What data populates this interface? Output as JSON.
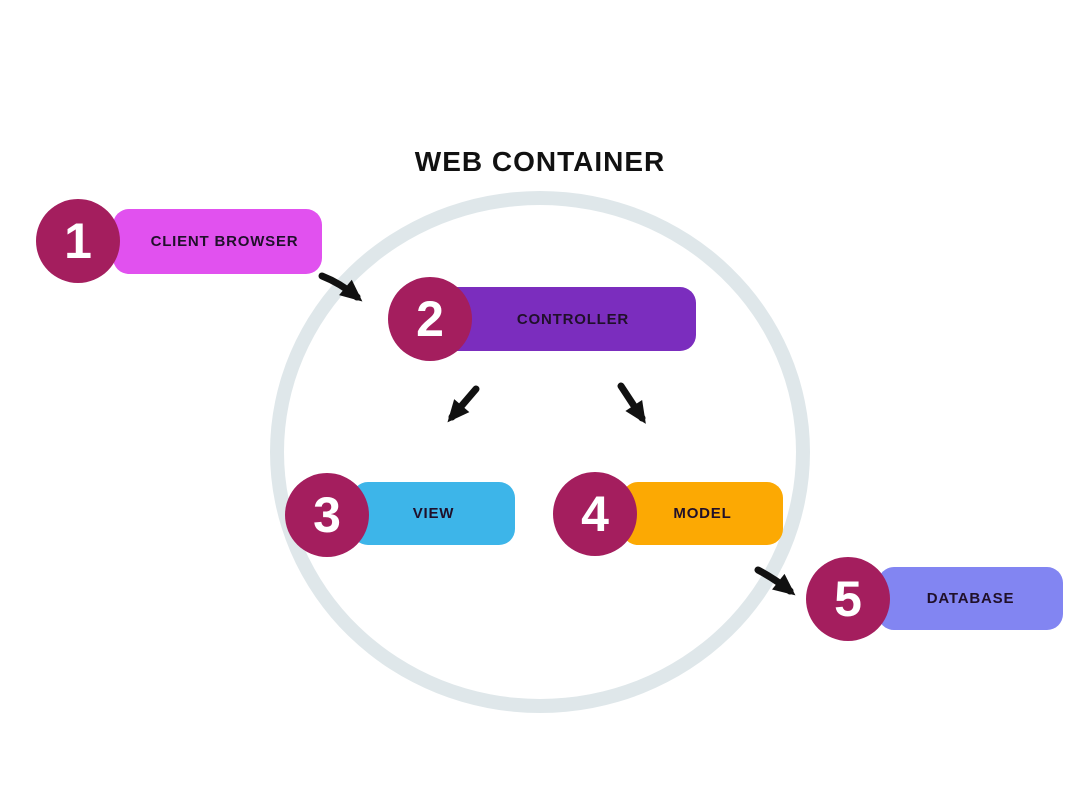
{
  "title": "WEB CONTAINER",
  "colors": {
    "background": "#ffffff",
    "ring": "#dfe7ea",
    "badge": "#a41e5e",
    "badge_number": "#ffffff",
    "arrow": "#111111",
    "title_text": "#111111",
    "label_text": "#20102a"
  },
  "nodes": [
    {
      "number": "1",
      "label": "CLIENT BROWSER",
      "color": "#e151ef"
    },
    {
      "number": "2",
      "label": "CONTROLLER",
      "color": "#7b2dbe"
    },
    {
      "number": "3",
      "label": "VIEW",
      "color": "#3db5e9"
    },
    {
      "number": "4",
      "label": "MODEL",
      "color": "#fca903"
    },
    {
      "number": "5",
      "label": "DATABASE",
      "color": "#8285f2"
    }
  ],
  "connections": [
    {
      "from": "CLIENT BROWSER",
      "to": "CONTROLLER"
    },
    {
      "from": "CONTROLLER",
      "to": "VIEW"
    },
    {
      "from": "CONTROLLER",
      "to": "MODEL"
    },
    {
      "from": "MODEL",
      "to": "DATABASE"
    }
  ]
}
